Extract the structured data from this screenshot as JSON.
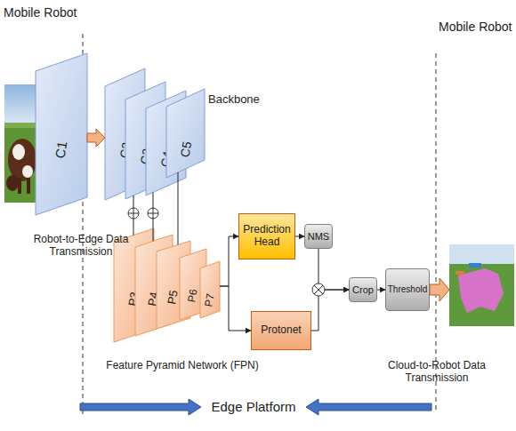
{
  "diagram": {
    "nodes": [
      {
        "text": [
          "C1"
        ]
      },
      {
        "text": [
          "C2"
        ]
      },
      {
        "text": [
          "C3"
        ]
      },
      {
        "text": [
          "C4"
        ]
      },
      {
        "text": [
          "C5"
        ]
      },
      {
        "text": [
          "P3"
        ]
      },
      {
        "text": [
          "P4"
        ]
      },
      {
        "text": [
          "P5"
        ]
      },
      {
        "text": [
          "P6"
        ]
      },
      {
        "text": [
          "P7"
        ]
      },
      {
        "text": [
          "Prediction Head"
        ]
      },
      {
        "text": [
          "NMS"
        ]
      },
      {
        "text": [
          "Protonet"
        ]
      },
      {
        "text": [
          "Crop"
        ]
      },
      {
        "text": [
          "Threshold"
        ]
      }
    ],
    "edges": [
      {
        "from": 0,
        "to": 1,
        "arrow": "to"
      },
      {
        "from": 2,
        "to": 5,
        "arrow": "none"
      },
      {
        "from": 3,
        "to": 6,
        "arrow": "none"
      },
      {
        "from": 4,
        "to": 7,
        "arrow": "none"
      },
      {
        "from": 9,
        "to": 10,
        "arrow": "to"
      },
      {
        "from": 9,
        "to": 12,
        "arrow": "to"
      },
      {
        "from": 10,
        "to": 11,
        "arrow": "to"
      },
      {
        "from": 11,
        "to": 13,
        "arrow": "to"
      },
      {
        "from": 12,
        "to": 13,
        "arrow": "to"
      },
      {
        "from": 13,
        "to": 14,
        "arrow": "to"
      }
    ],
    "labels": [
      "Mobile Robot",
      "Mobile Robot",
      "Backbone",
      "Robot-to-Edge Data Transmission",
      "Feature Pyramid Network (FPN)",
      "Cloud-to-Robot Data Transmission",
      "Edge Platform"
    ]
  }
}
